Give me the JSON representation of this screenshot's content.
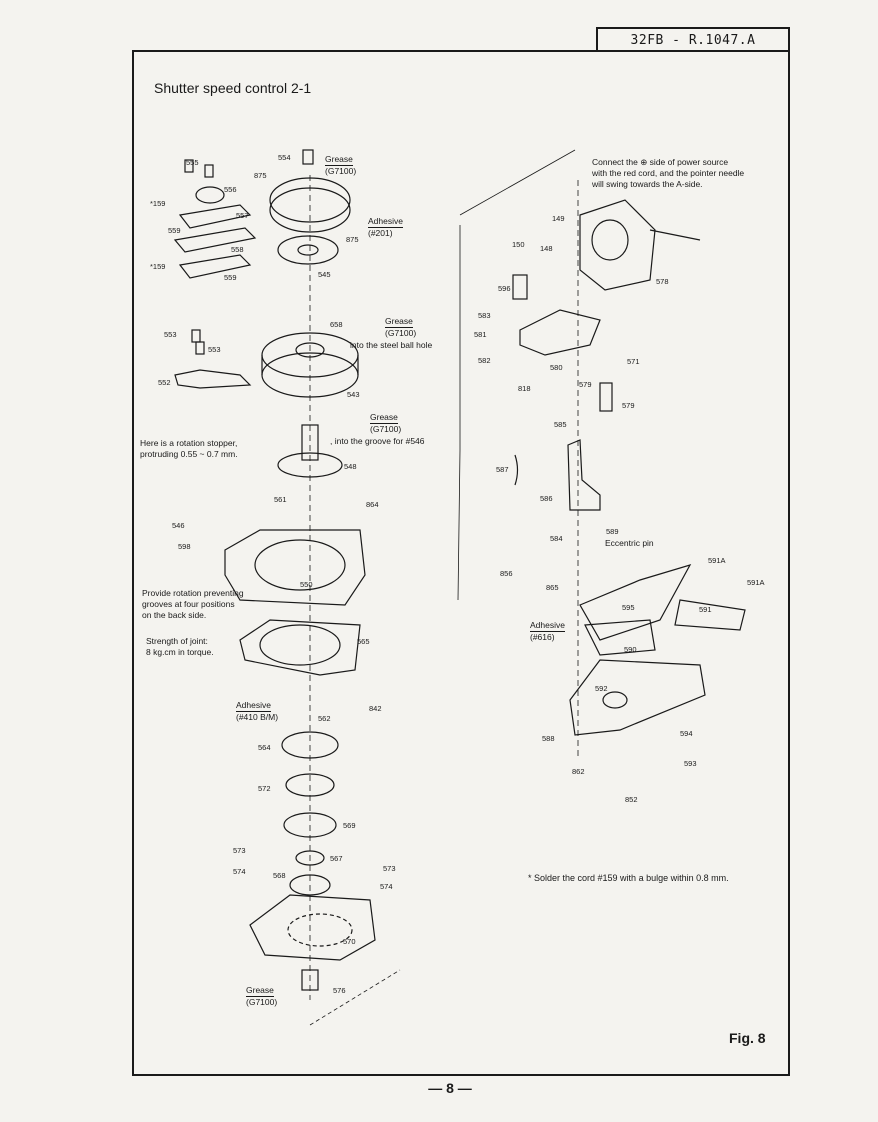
{
  "doc_ref": "32FB - R.1047.A",
  "title": "Shutter speed control 2-1",
  "page_number": "— 8 —",
  "figure_label": "Fig. 8",
  "notes": {
    "grease_top": "Grease",
    "grease_top_code": "(G7100)",
    "adhesive_201": "Adhesive",
    "adhesive_201_code": "(#201)",
    "grease_mid": "Grease",
    "grease_mid_code": "(G7100)",
    "steel_ball": "into the steel ball hole",
    "grease_groove": "Grease",
    "grease_groove_code": "(G7100)",
    "groove_text": ", into the groove for #546",
    "stopper_1": "Here is a rotation stopper,",
    "stopper_2": "protruding 0.55 ~ 0.7 mm.",
    "rot_prev_1": "Provide rotation preventing",
    "rot_prev_2": "grooves at four positions",
    "rot_prev_3": "on the back side.",
    "strength_1": "Strength of joint:",
    "strength_2": "8 kg.cm in torque.",
    "adhesive_410": "Adhesive",
    "adhesive_410_code": "(#410 B/M)",
    "grease_bottom": "Grease",
    "grease_bottom_code": "(G7100)",
    "connect_1": "Connect the ⊕ side of power source",
    "connect_2": "with the red cord, and the pointer needle",
    "connect_3": "will swing towards the A-side.",
    "eccentric": "Eccentric pin",
    "adhesive_616": "Adhesive",
    "adhesive_616_code": "(#616)",
    "solder": "* Solder the cord #159 with a bulge within 0.8 mm."
  },
  "part_numbers": [
    "555",
    "556",
    "557",
    "*159",
    "559",
    "558",
    "*159",
    "559",
    "554",
    "875",
    "875",
    "545",
    "658",
    "553",
    "553",
    "552",
    "543",
    "548",
    "561",
    "864",
    "546",
    "598",
    "550",
    "565",
    "562",
    "842",
    "564",
    "572",
    "569",
    "573",
    "574",
    "567",
    "568",
    "573",
    "574",
    "570",
    "576",
    "149",
    "150",
    "148",
    "596",
    "583",
    "581",
    "582",
    "580",
    "571",
    "818",
    "579",
    "579",
    "578",
    "585",
    "587",
    "586",
    "584",
    "589",
    "856",
    "865",
    "591A",
    "591A",
    "595",
    "591",
    "590",
    "592",
    "588",
    "594",
    "593",
    "852",
    "862"
  ]
}
